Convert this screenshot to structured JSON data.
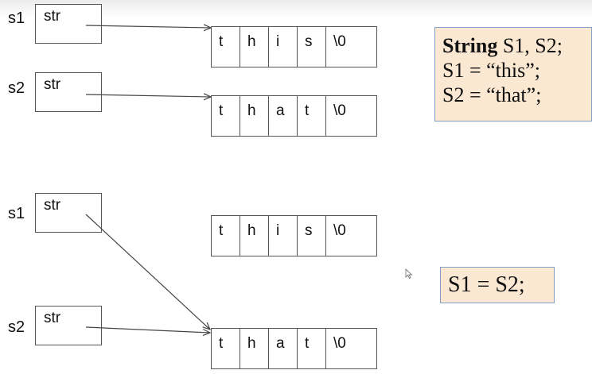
{
  "top": {
    "s1_label": "s1",
    "s2_label": "s2",
    "ptr_label": "str",
    "this_cells": [
      "t",
      "h",
      "i",
      "s",
      "\\0"
    ],
    "that_cells": [
      "t",
      "h",
      "a",
      "t",
      "\\0"
    ]
  },
  "bottom": {
    "s1_label": "s1",
    "s2_label": "s2",
    "ptr_label": "str",
    "this_cells": [
      "t",
      "h",
      "i",
      "s",
      "\\0"
    ],
    "that_cells": [
      "t",
      "h",
      "a",
      "t",
      "\\0"
    ]
  },
  "code_block": {
    "keyword": "String",
    "decl_rest": " S1, S2;",
    "line2": "S1 = “this”;",
    "line3": "S2 = “that”;"
  },
  "assign_block": {
    "text": "S1 = S2;"
  },
  "colors": {
    "code_bg": "#fbe8d3",
    "code_border": "#7f9fc6",
    "line": "#444444"
  }
}
